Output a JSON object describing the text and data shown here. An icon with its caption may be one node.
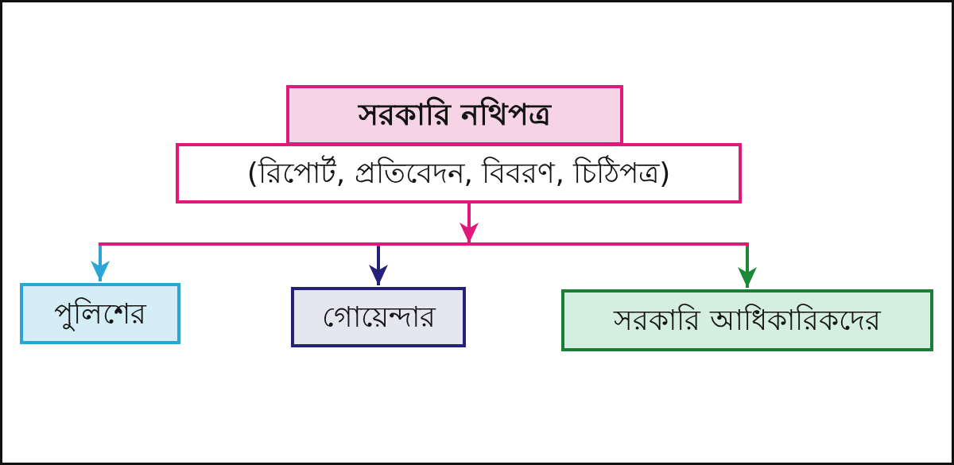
{
  "diagram": {
    "nodes": [
      {
        "text": [
          "সরকারি নথিপত্র"
        ]
      },
      {
        "text": [
          "(রিপোর্ট, প্রতিবেদন, বিবরণ, চিঠিপত্র)"
        ]
      },
      {
        "text": [
          "পুলিশের"
        ]
      },
      {
        "text": [
          "গোয়েন্দার"
        ]
      },
      {
        "text": [
          "সরকারি আধিকারিকদের"
        ]
      }
    ],
    "edges": [
      {
        "from": 1,
        "to": 2,
        "arrow": "to",
        "color": "#2aa5d6"
      },
      {
        "from": 1,
        "to": 3,
        "arrow": "to",
        "color": "#23217a"
      },
      {
        "from": 1,
        "to": 4,
        "arrow": "to",
        "color": "#1b8a38"
      }
    ]
  }
}
